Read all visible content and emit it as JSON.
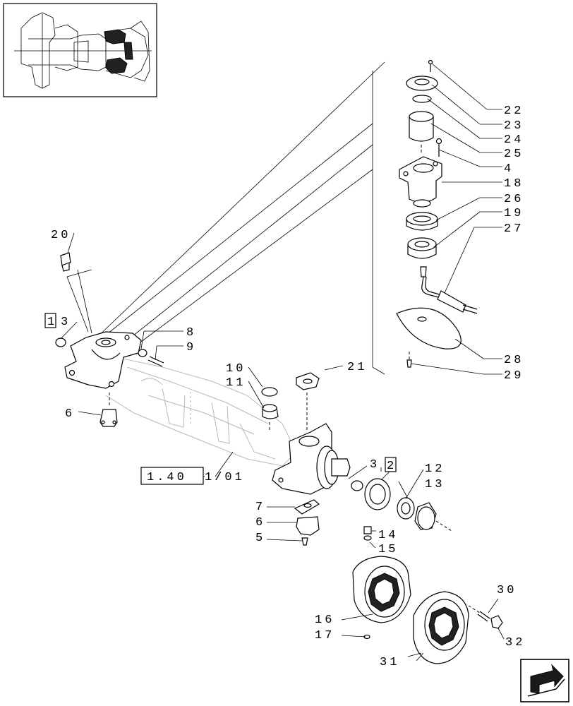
{
  "drawing": {
    "reference_box": "1.40",
    "reference_suffix": "1/01"
  },
  "callouts": [
    {
      "id": "c22",
      "text": "22"
    },
    {
      "id": "c23",
      "text": "23"
    },
    {
      "id": "c24",
      "text": "24"
    },
    {
      "id": "c25",
      "text": "25"
    },
    {
      "id": "c4",
      "text": "4"
    },
    {
      "id": "c18",
      "text": "18"
    },
    {
      "id": "c26",
      "text": "26"
    },
    {
      "id": "c19",
      "text": "19"
    },
    {
      "id": "c27",
      "text": "27"
    },
    {
      "id": "c28",
      "text": "28"
    },
    {
      "id": "c29",
      "text": "29"
    },
    {
      "id": "c20",
      "text": "20"
    },
    {
      "id": "c1",
      "text": "1"
    },
    {
      "id": "c3a",
      "text": "3"
    },
    {
      "id": "c8",
      "text": "8"
    },
    {
      "id": "c9",
      "text": "9"
    },
    {
      "id": "c10",
      "text": "10"
    },
    {
      "id": "c11",
      "text": "11"
    },
    {
      "id": "c21",
      "text": "21"
    },
    {
      "id": "c6a",
      "text": "6"
    },
    {
      "id": "c3b",
      "text": "3"
    },
    {
      "id": "c2",
      "text": "2"
    },
    {
      "id": "c12",
      "text": "12"
    },
    {
      "id": "c13",
      "text": "13"
    },
    {
      "id": "c7",
      "text": "7"
    },
    {
      "id": "c6b",
      "text": "6"
    },
    {
      "id": "c5",
      "text": "5"
    },
    {
      "id": "c14",
      "text": "14"
    },
    {
      "id": "c15",
      "text": "15"
    },
    {
      "id": "c16",
      "text": "16"
    },
    {
      "id": "c17",
      "text": "17"
    },
    {
      "id": "c30",
      "text": "30"
    },
    {
      "id": "c32",
      "text": "32"
    },
    {
      "id": "c31",
      "text": "31"
    }
  ],
  "icons": {
    "thumbnail": "axle-overview-thumbnail",
    "nav": "next-page-arrow-icon"
  }
}
